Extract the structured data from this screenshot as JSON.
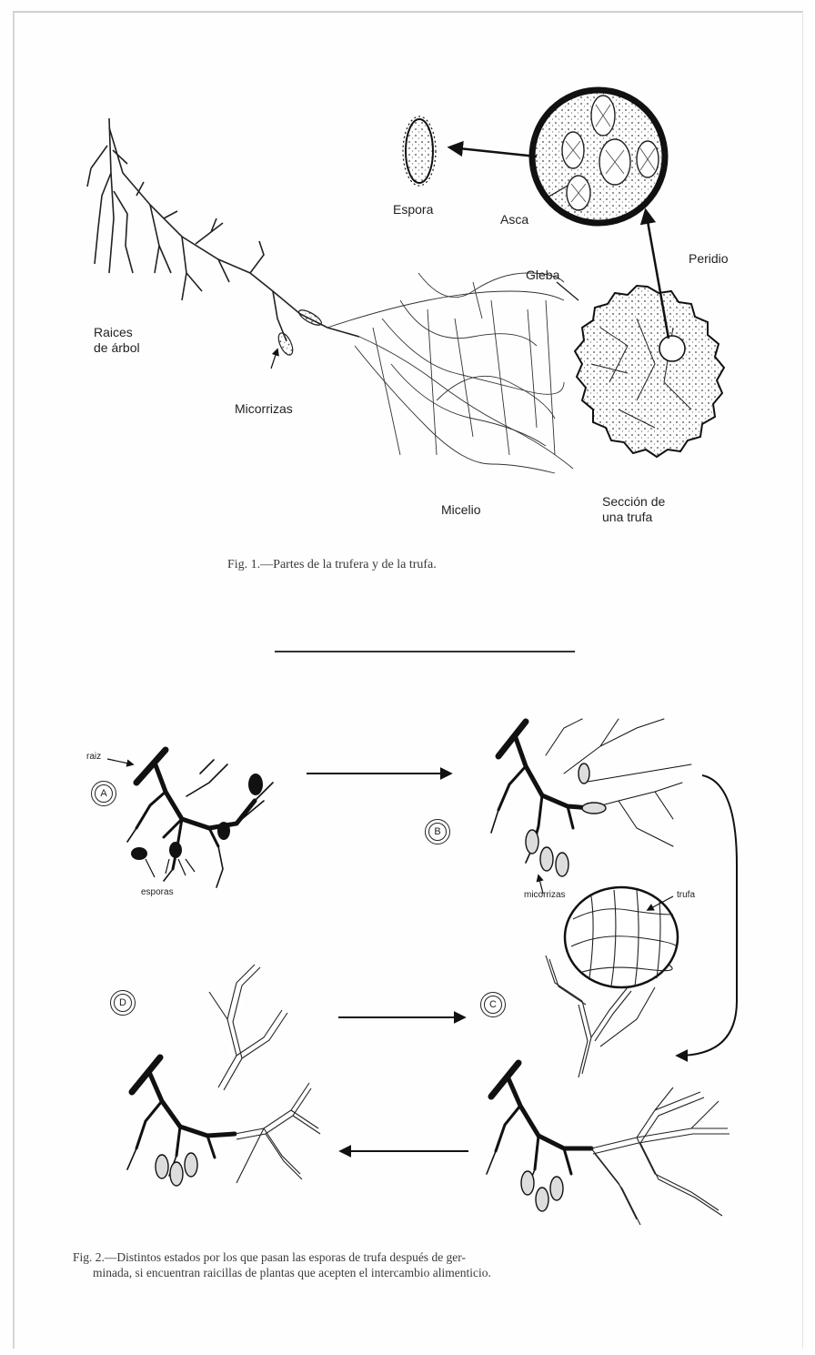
{
  "fig1": {
    "labels": {
      "raices": "Raices\nde árbol",
      "micorrizas": "Micorrizas",
      "micelio": "Micelio",
      "seccion": "Sección de\nuna trufa",
      "espora": "Espora",
      "asca": "Asca",
      "gleba": "Gleba",
      "peridio": "Peridio"
    },
    "caption": "Fig. 1.—Partes de la trufera y de la trufa."
  },
  "fig2": {
    "stages": [
      "A",
      "B",
      "C",
      "D"
    ],
    "labels": {
      "raiz": "raiz",
      "esporas": "esporas",
      "micorrizas": "micorrizas",
      "trufa": "trufa"
    },
    "caption_line1": "Fig. 2.—Distintos estados por los que pasan las esporas de trufa después de ger-",
    "caption_line2": "minada, si encuentran raicillas de plantas que acepten el intercambio alimenticio."
  },
  "colors": {
    "ink": "#1a1a1a",
    "paper": "#fefefe"
  }
}
